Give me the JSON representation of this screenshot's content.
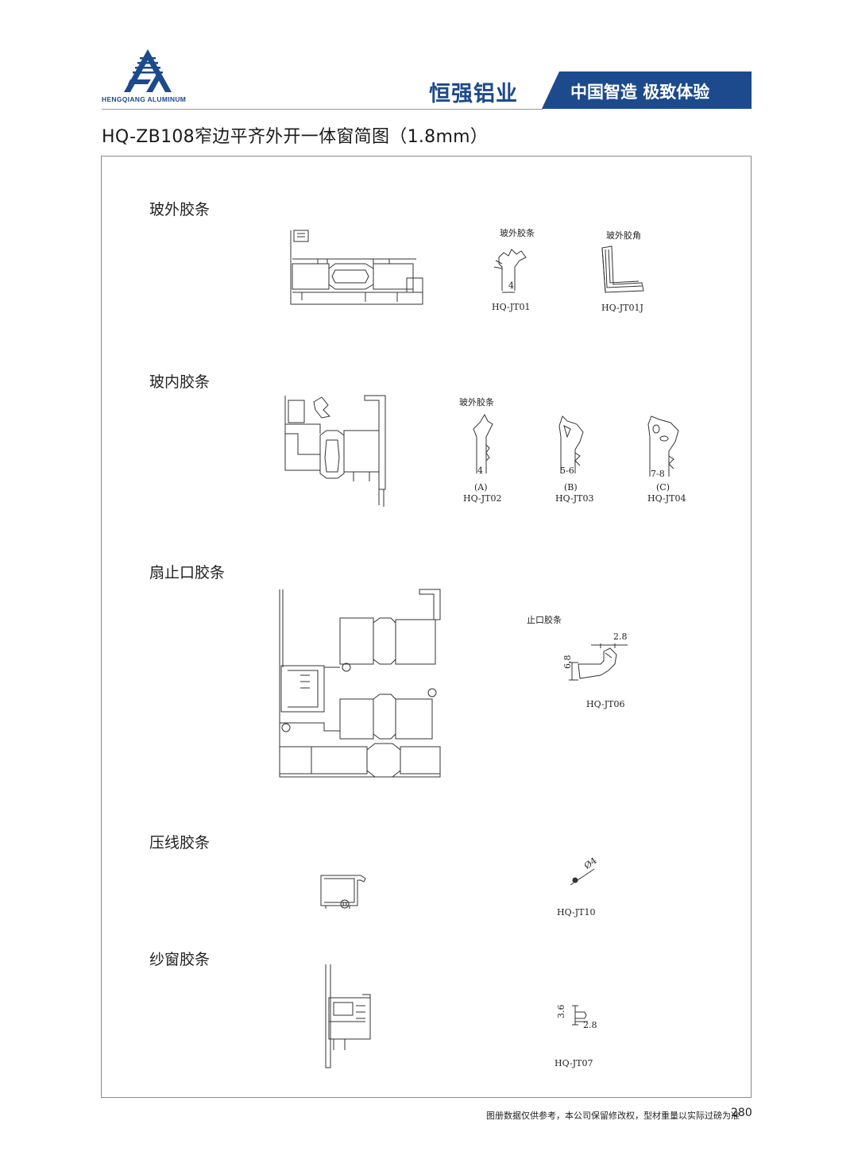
{
  "header": {
    "logo_text": "HENGQIANG ALUMINUM",
    "brand": "恒强铝业",
    "slogan": "中国智造 极致体验",
    "brand_color": "#1c4a8c"
  },
  "page_title": "HQ-ZB108窄边平齐外开一体窗简图（1.8mm）",
  "sections": [
    {
      "title": "玻外胶条",
      "parts": [
        {
          "label": "玻外胶条",
          "code": "HQ-JT01",
          "dims": [
            "4"
          ]
        },
        {
          "label": "玻外胶角",
          "code": "HQ-JT01J"
        }
      ]
    },
    {
      "title": "玻内胶条",
      "label": "玻外胶条",
      "parts": [
        {
          "variant": "(A)",
          "code": "HQ-JT02",
          "dims": [
            "4"
          ]
        },
        {
          "variant": "(B)",
          "code": "HQ-JT03",
          "dims": [
            "5-6"
          ]
        },
        {
          "variant": "(C)",
          "code": "HQ-JT04",
          "dims": [
            "7-8"
          ]
        }
      ]
    },
    {
      "title": "扇止口胶条",
      "parts": [
        {
          "label": "止口胶条",
          "code": "HQ-JT06",
          "dims": [
            "2.8",
            "6.8"
          ]
        }
      ]
    },
    {
      "title": "压线胶条",
      "parts": [
        {
          "code": "HQ-JT10",
          "dims": [
            "Ø4"
          ]
        }
      ]
    },
    {
      "title": "纱窗胶条",
      "parts": [
        {
          "code": "HQ-JT07",
          "dims": [
            "3.6",
            "2.8"
          ]
        }
      ]
    }
  ],
  "footer": {
    "note": "图册数据仅供参考，本公司保留修改权，型材重量以实际过磅为准",
    "page_number": "280"
  }
}
